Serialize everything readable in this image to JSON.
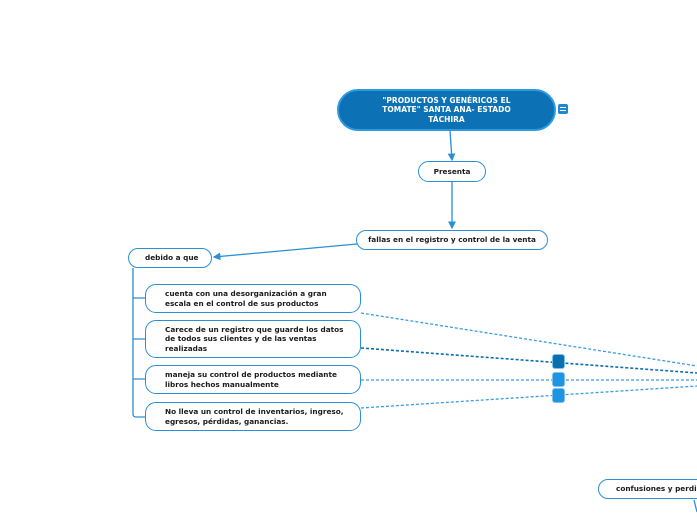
{
  "colors": {
    "root_fill": "#0c72b5",
    "accent": "#2a8fd4",
    "handle_dark": "#0b6fae",
    "handle_light": "#1e95e0"
  },
  "root": {
    "title": "\"PRODUCTOS Y GENÉRICOS EL TOMATE\" SANTA ANA- ESTADO TÁCHIRA",
    "note_icon": "note-icon"
  },
  "nodes": {
    "presenta": "Presenta",
    "fallas": "fallas en el registro y control de la venta",
    "debido": "debido a que",
    "causes": [
      "cuenta con una desorganización a gran escala en el control de sus productos",
      "Carece de un registro que guarde los datos de todos sus clientes y de las ventas realizadas",
      "maneja su control de productos mediante libros hechos manualmente",
      "No lleva un control de inventarios, ingreso, egresos, pérdidas, ganancias."
    ],
    "consequence": "confusiones y perdidas"
  }
}
